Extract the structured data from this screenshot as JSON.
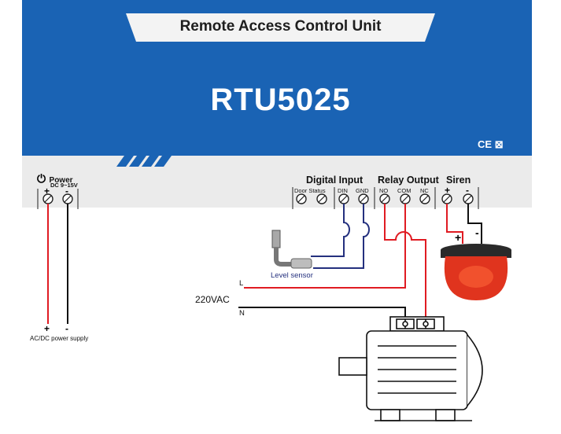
{
  "header": {
    "subtitle": "Remote Access Control Unit",
    "model": "RTU5025"
  },
  "power": {
    "label": "Power",
    "voltage": "DC 9~15V",
    "plus": "+",
    "minus": "-"
  },
  "groups": {
    "digital_input": "Digital Input",
    "relay_output": "Relay Output",
    "siren": "Siren"
  },
  "terminals": {
    "door_status": "Door Status",
    "din": "DIN",
    "gnd": "GND",
    "no": "NO",
    "com": "COM",
    "nc": "NC",
    "siren_plus": "+",
    "siren_minus": "-"
  },
  "labels": {
    "level_sensor": "Level sensor",
    "vac": "220VAC",
    "line": "L",
    "neutral": "N",
    "psu_plus": "+",
    "psu_minus": "-",
    "psu": "AC/DC power supply",
    "siren_plus": "+",
    "siren_minus": "-",
    "cert": "CE"
  },
  "colors": {
    "panel_blue": "#1a63b4",
    "wire_red": "#e01b22",
    "wire_blue": "#24307e",
    "wire_black": "#111111"
  }
}
